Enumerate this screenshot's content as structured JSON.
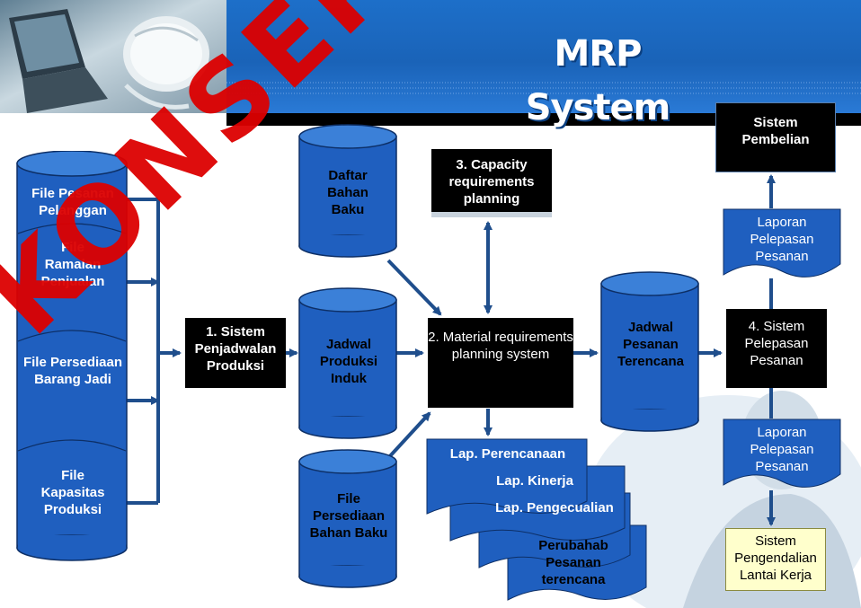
{
  "header": {
    "title": "MRP System"
  },
  "watermark": "KONSEP SISTEM",
  "file_stack": {
    "items": [
      "File Pesanan Pelanggan",
      "File Ramalan Penjualan",
      "File Persediaan Barang Jadi",
      "File Kapasitas Produksi"
    ]
  },
  "cylinders": {
    "daftar_bahan_baku": "Daftar Bahan Baku",
    "jadwal_produksi_induk": "Jadwal Produksi Induk",
    "file_persediaan_bahan_baku": "File Persediaan Bahan Baku",
    "jadwal_pesanan_terencana": "Jadwal Pesanan Terencana"
  },
  "process_boxes": {
    "sistem_penjadwalan_produksi": "1. Sistem Penjadwalan Produksi",
    "mrp_system": "2.  Material requirements planning system",
    "capacity_requirements_planning": "3.  Capacity requirements planning",
    "sistem_pelepasan_pesanan": "4. Sistem Pelepasan Pesanan",
    "sistem_pembelian": "Sistem Pembelian",
    "sistem_pengendalian_lantai_kerja": "Sistem Pengendalian Lantai Kerja"
  },
  "documents": {
    "laporan_top": "Laporan Pelepasan Pesanan",
    "laporan_bottom": "Laporan Pelepasan Pesanan",
    "reports": [
      "Lap. Perencanaan",
      "Lap. Kinerja",
      "Lap. Pengecualian",
      "Perubahab Pesanan terencana"
    ]
  },
  "colors": {
    "cylinder_fill": "#1f5fbf",
    "header_blue": "#1a63b8",
    "arrow": "#1f4e8c",
    "watermark": "#dd0000",
    "yellow_box": "#ffffcc"
  }
}
